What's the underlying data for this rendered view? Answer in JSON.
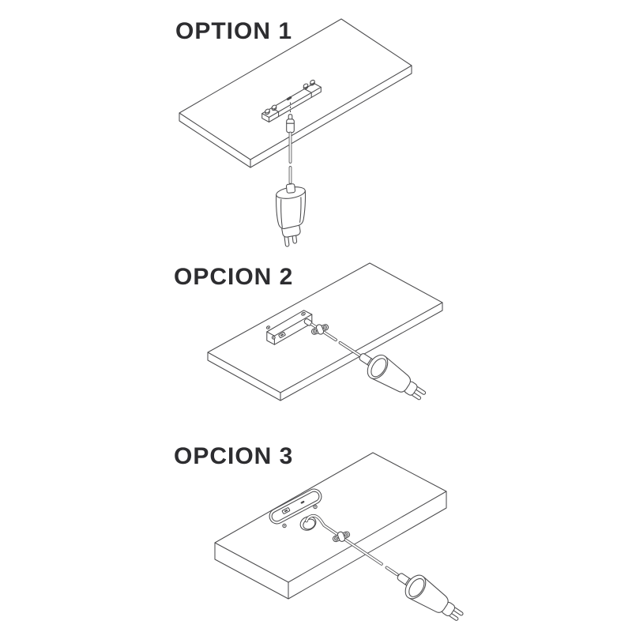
{
  "colors": {
    "bg": "#ffffff",
    "line": "#4b4b4d",
    "text": "#2d2d30"
  },
  "options": [
    {
      "title": "OPTION 1"
    },
    {
      "title": "OPCION 2"
    },
    {
      "title": "OPCION 3"
    }
  ]
}
